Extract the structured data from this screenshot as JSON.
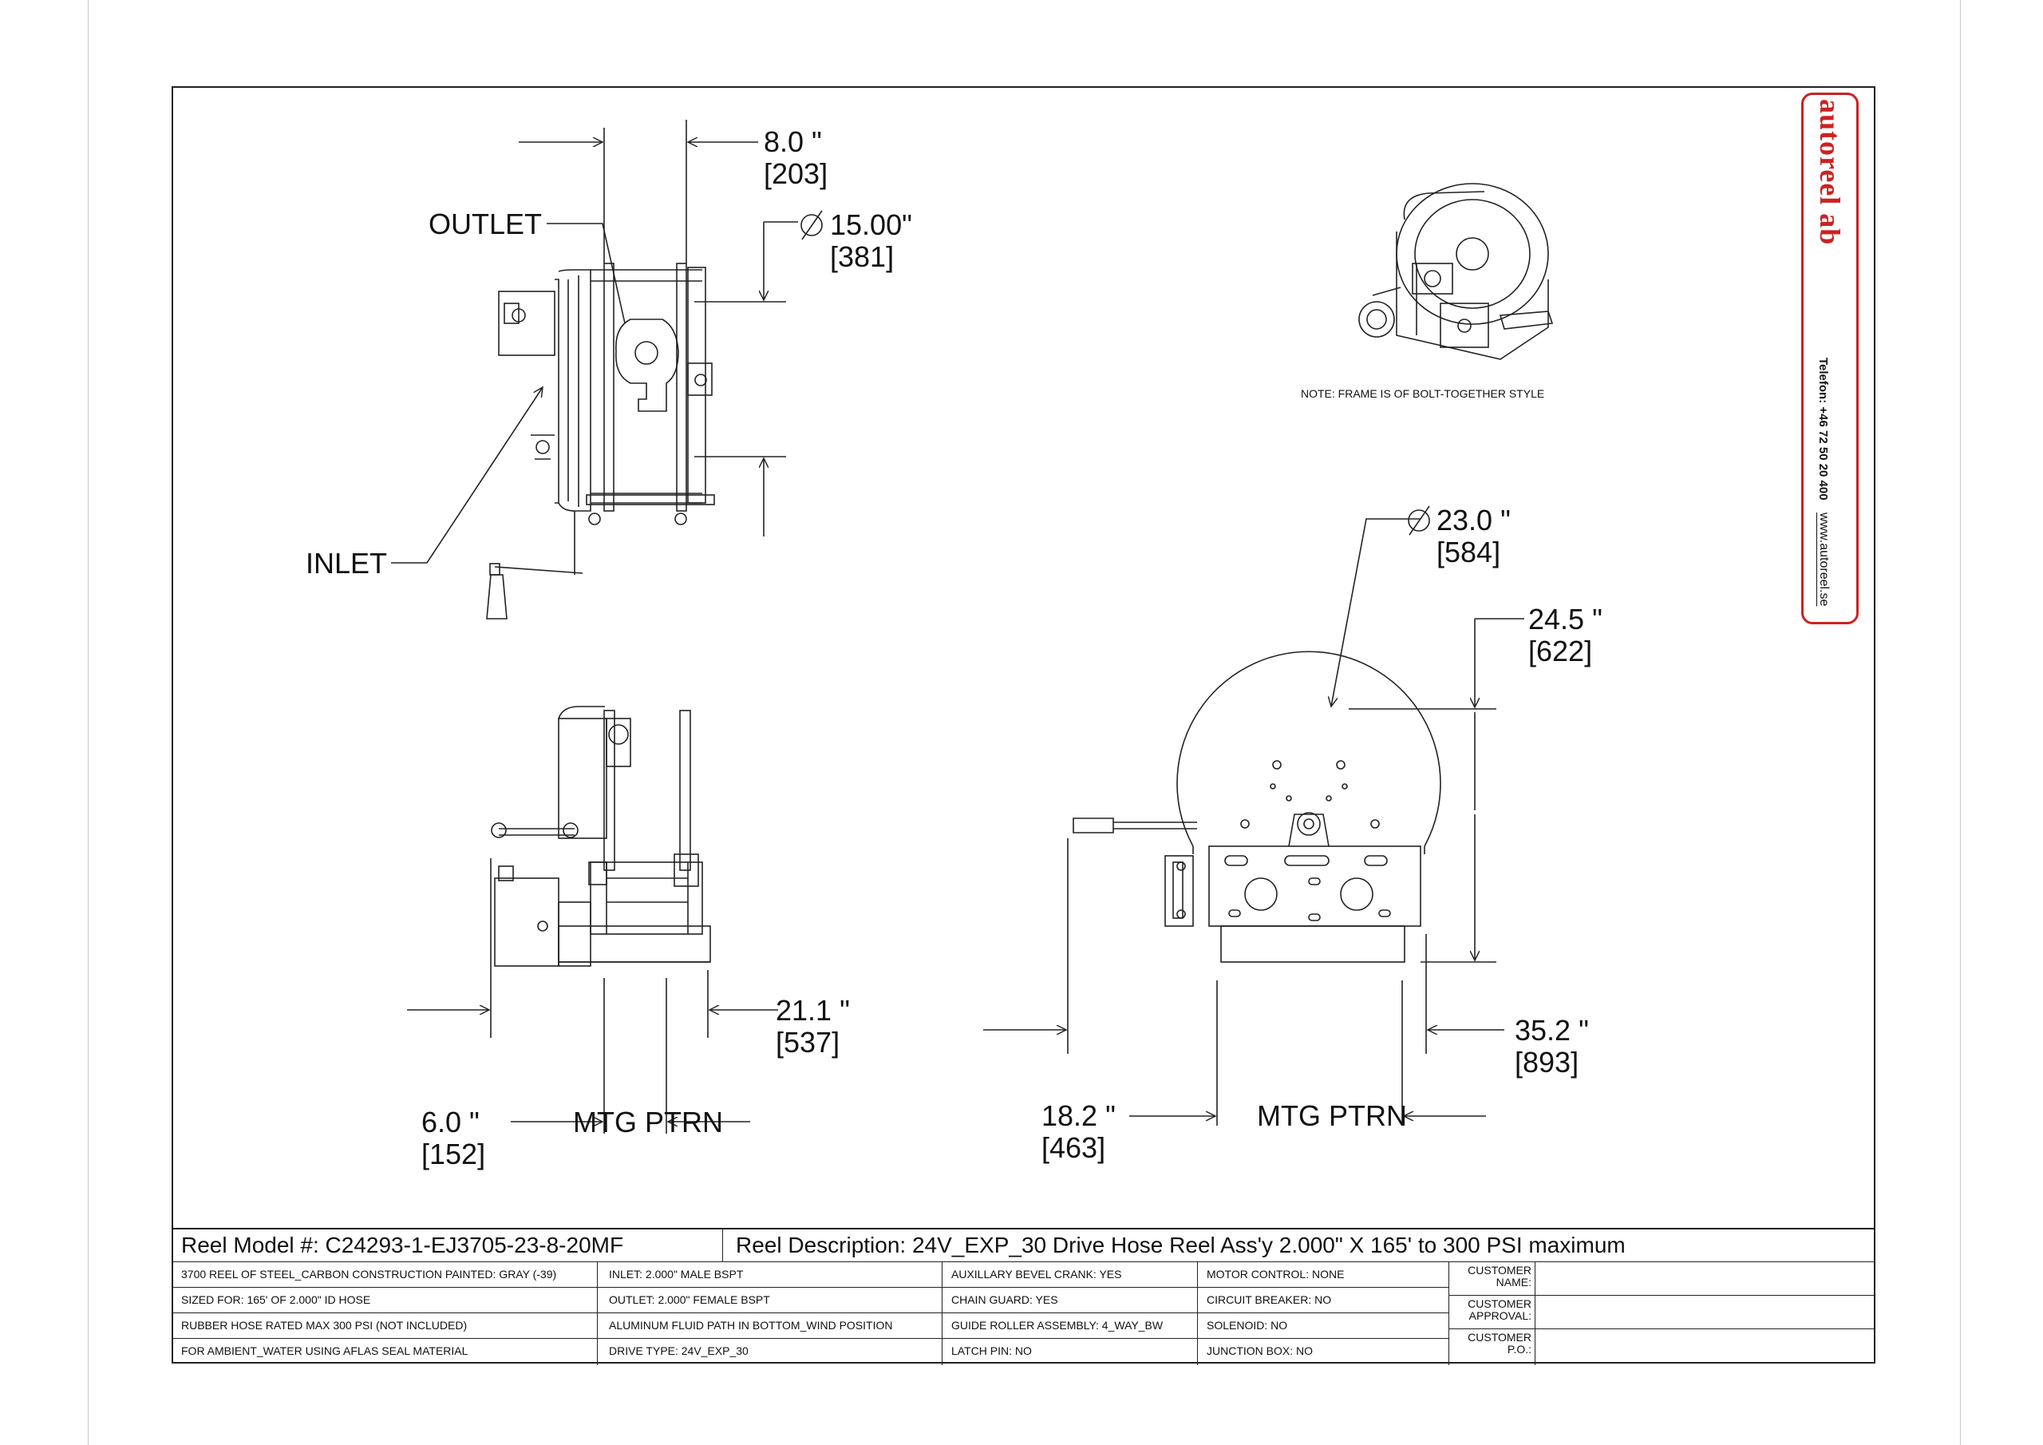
{
  "dimensions": {
    "d1": {
      "in": "8.0   \"",
      "mm": "[203]"
    },
    "d2": {
      "in": "15.00\"",
      "mm": "[381]"
    },
    "d3": {
      "in": "23.0 \"",
      "mm": "[584]"
    },
    "d4": {
      "in": "24.5 \"",
      "mm": "[622]"
    },
    "d5": {
      "in": "21.1 \"",
      "mm": "[537]"
    },
    "d6": {
      "in": "35.2 \"",
      "mm": "[893]"
    },
    "d7": {
      "in": "6.0   \"",
      "mm": "[152]"
    },
    "d8": {
      "in": "18.2 \"",
      "mm": "[463]"
    }
  },
  "labels": {
    "outlet": "OUTLET",
    "inlet": "INLET",
    "mtg_left": "MTG PTRN",
    "mtg_right": "MTG PTRN",
    "frame_note": "NOTE: FRAME IS OF BOLT-TOGETHER STYLE"
  },
  "logo": {
    "name": "autoreel ab",
    "phone": "Telefon: +46 72 50 20 400",
    "web": "www.autoreel.se"
  },
  "title_block": {
    "model": "Reel Model #: C24293-1-EJ3705-23-8-20MF",
    "description": "Reel Description: 24V_EXP_30 Drive Hose Reel Ass'y 2.000\" X 165' to 300 PSI maximum",
    "col1": [
      "3700  REEL OF STEEL_CARBON CONSTRUCTION PAINTED: GRAY (-39)",
      "SIZED FOR: 165' OF 2.000\" ID HOSE",
      "RUBBER HOSE RATED MAX 300 PSI (NOT INCLUDED)",
      "FOR AMBIENT_WATER USING AFLAS SEAL MATERIAL"
    ],
    "col2": [
      "INLET: 2.000\" MALE BSPT",
      "OUTLET:  2.000\"  FEMALE BSPT",
      "ALUMINUM FLUID PATH IN BOTTOM_WIND POSITION",
      "DRIVE TYPE: 24V_EXP_30"
    ],
    "col3": [
      "AUXILLARY BEVEL CRANK: YES",
      "CHAIN GUARD: YES",
      "GUIDE ROLLER ASSEMBLY: 4_WAY_BW",
      "LATCH PIN: NO"
    ],
    "col4": [
      "MOTOR CONTROL: NONE",
      "CIRCUIT BREAKER: NO",
      "SOLENOID: NO",
      "JUNCTION BOX: NO"
    ],
    "customer": [
      {
        "l1": "CUSTOMER",
        "l2": "NAME:"
      },
      {
        "l1": "CUSTOMER",
        "l2": "APPROVAL:"
      },
      {
        "l1": "CUSTOMER",
        "l2": "P.O.:"
      }
    ]
  }
}
